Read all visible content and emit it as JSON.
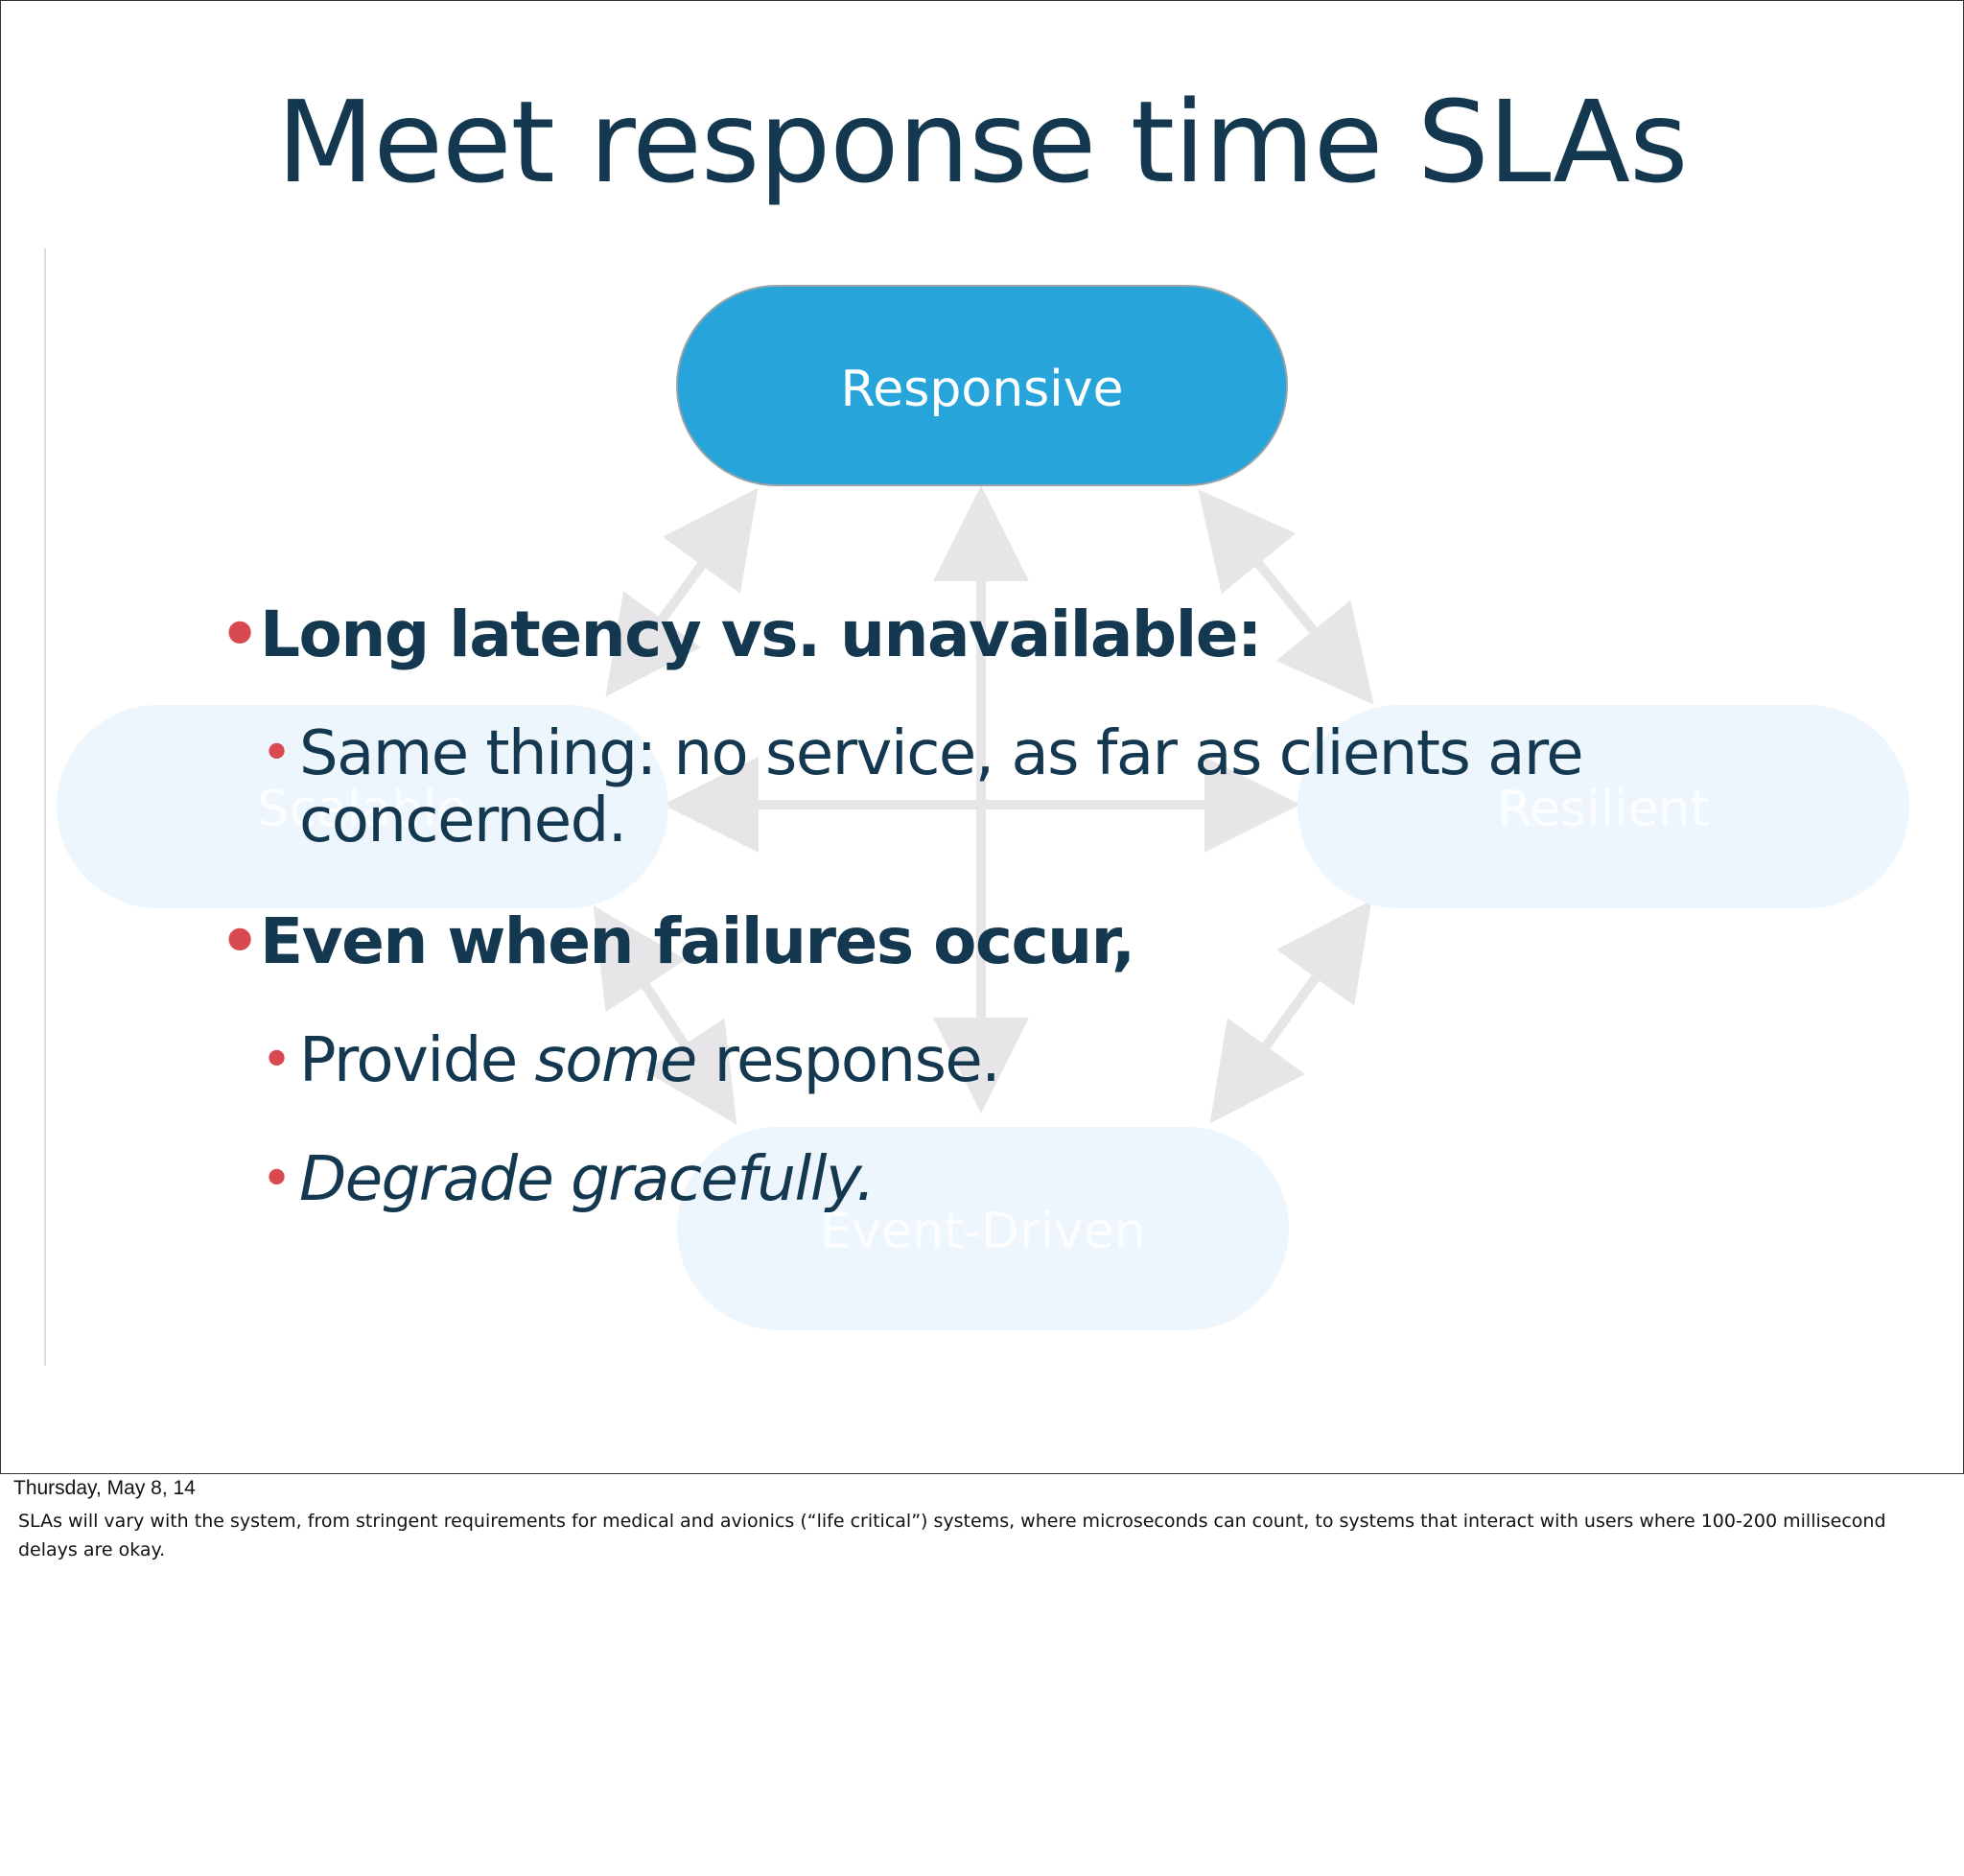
{
  "slide": {
    "title": "Meet response time SLAs",
    "diagram": {
      "nodes": {
        "responsive": "Responsive",
        "scalable": "Scalable",
        "resilient": "Resilient",
        "event_driven": "Event-Driven"
      },
      "colors": {
        "responsive_fill": "#27a4da",
        "faded_fill": "#eef6fd",
        "arrow": "#e7e5e8"
      }
    },
    "bullets": [
      {
        "text": "Long latency vs. unavailable:"
      },
      {
        "line1": "Same thing: no service, as far as clients are",
        "line2": "concerned."
      },
      {
        "text": "Even when failures occur,"
      },
      {
        "before": "Provide ",
        "italic": "some",
        "after": " response."
      },
      {
        "text": "Degrade gracefully."
      }
    ],
    "bullet_glyph": "•",
    "colors": {
      "title": "#13384f",
      "bullet_dot": "#d84a4f"
    }
  },
  "footer": {
    "date": "Thursday, May 8, 14",
    "note": "SLAs will vary with the system, from stringent requirements for medical and avionics (“life critical”) systems, where microseconds can count, to systems that interact with users where 100-200 millisecond delays are okay."
  }
}
